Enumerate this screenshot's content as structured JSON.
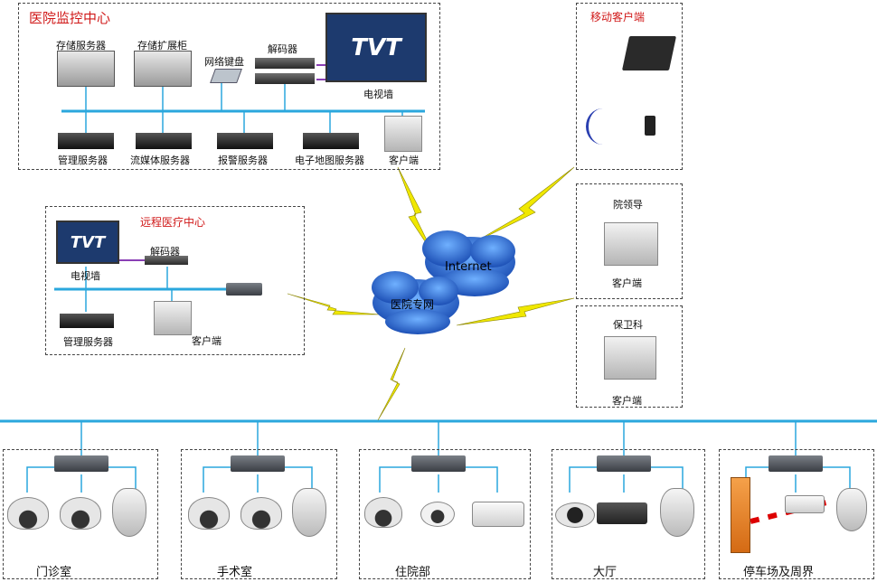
{
  "monitor_center": {
    "title": "医院监控中心",
    "storage_server": "存储服务器",
    "storage_cabinet": "存储扩展柜",
    "network_keyboard": "网络键盘",
    "decoder": "解码器",
    "video_wall": "电视墙",
    "video_wall_logo": "TVT",
    "mgmt_server": "管理服务器",
    "stream_server": "流媒体服务器",
    "alarm_server": "报警服务器",
    "emap_server": "电子地图服务器",
    "client": "客户端"
  },
  "mobile": {
    "title": "移动客户端"
  },
  "leader": {
    "title": "院领导",
    "client": "客户端"
  },
  "security": {
    "title": "保卫科",
    "client": "客户端"
  },
  "remote_center": {
    "title": "远程医疗中心",
    "video_wall": "电视墙",
    "video_wall_logo": "TVT",
    "decoder": "解码器",
    "mgmt_server": "管理服务器",
    "client": "客户端"
  },
  "network": {
    "internet": "Internet",
    "private": "医院专网"
  },
  "zones": [
    {
      "label": "门诊室"
    },
    {
      "label": "手术室"
    },
    {
      "label": "住院部"
    },
    {
      "label": "大厅"
    },
    {
      "label": "停车场及周界"
    }
  ],
  "colors": {
    "bus": "#2aa7dd",
    "lightning": "#e8e000",
    "cloud": "#2f6fd6",
    "title": "#d01818"
  }
}
